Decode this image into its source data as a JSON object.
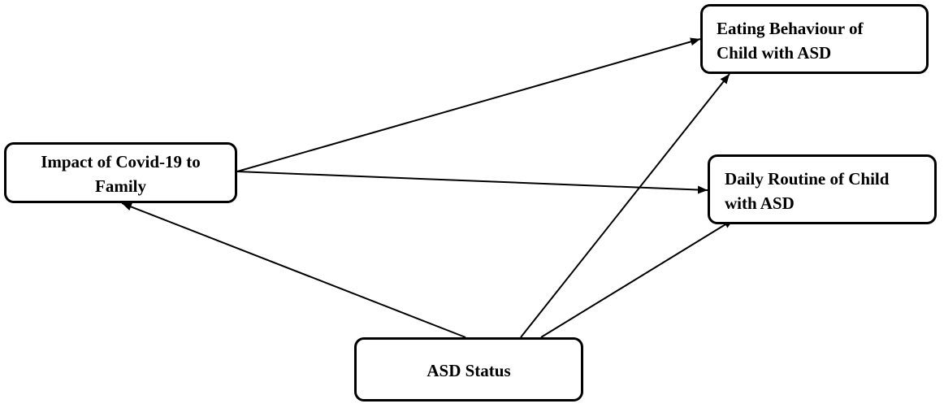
{
  "diagram": {
    "nodes": {
      "impact": {
        "line1": "Impact of Covid-19 to",
        "line2": "Family"
      },
      "eating": {
        "line1": "Eating Behaviour of",
        "line2": "Child with ASD"
      },
      "routine": {
        "line1": "Daily Routine of Child",
        "line2": "with ASD"
      },
      "asd": {
        "line1": "ASD Status"
      }
    },
    "edges": [
      {
        "from": "impact",
        "to": "eating"
      },
      {
        "from": "impact",
        "to": "routine"
      },
      {
        "from": "asd",
        "to": "impact"
      },
      {
        "from": "asd",
        "to": "eating"
      },
      {
        "from": "asd",
        "to": "routine"
      }
    ],
    "colors": {
      "stroke": "#000000",
      "background": "#ffffff"
    }
  }
}
